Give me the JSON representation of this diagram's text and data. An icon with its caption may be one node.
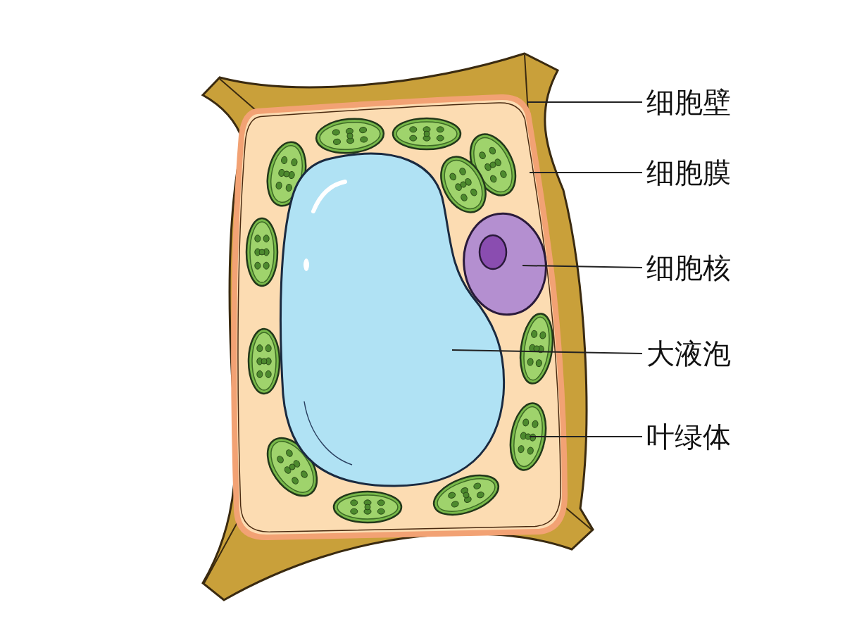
{
  "diagram": {
    "nodes": [
      {
        "text": [],
        "shape": "box"
      },
      {
        "text": [],
        "shape": "box",
        "in": 0
      },
      {
        "text": [],
        "shape": "picture",
        "in": 1
      },
      {
        "text": [],
        "shape": "circle",
        "in": 1
      },
      {
        "text": [],
        "shape": "picture",
        "in": 1
      },
      {
        "text": [
          "细胞壁"
        ]
      },
      {
        "text": [
          "细胞膜"
        ]
      },
      {
        "text": [
          "细胞核"
        ]
      },
      {
        "text": [
          "大液泡"
        ]
      },
      {
        "text": [
          "叶绿体"
        ]
      }
    ],
    "edges": [
      {
        "from": 5,
        "to": 0,
        "arrow": "none"
      },
      {
        "from": 6,
        "to": 1,
        "arrow": "none"
      },
      {
        "from": 7,
        "to": 3,
        "arrow": "none"
      },
      {
        "from": 8,
        "to": 2,
        "arrow": "none"
      },
      {
        "from": 9,
        "to": 4,
        "arrow": "none"
      }
    ]
  }
}
